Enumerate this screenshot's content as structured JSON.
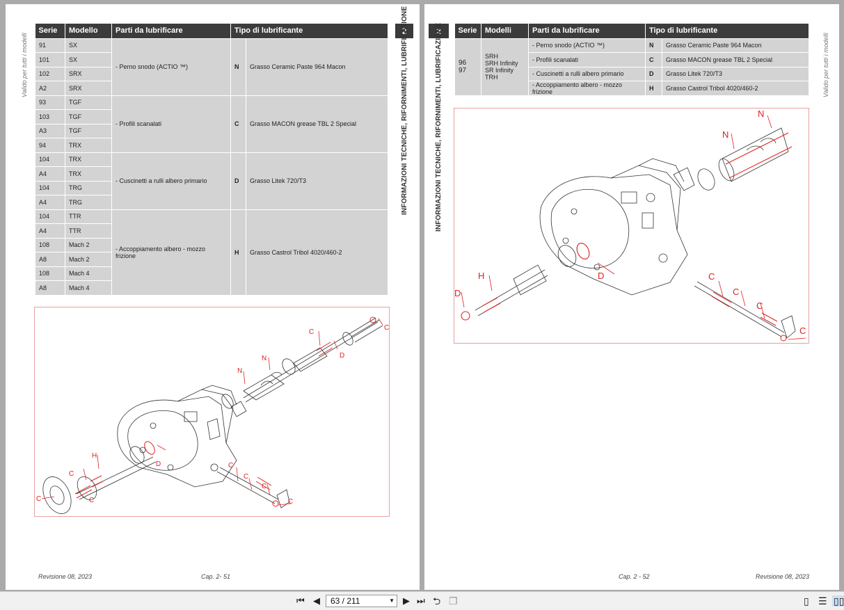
{
  "left_page": {
    "side_note": "Valido per tutti i modelli",
    "chapter_number": "2",
    "chapter_title": "INFORMAZIONI TECNICHE, RIFORNIMENTI, LUBRIFICAZIONE",
    "table": {
      "headers": [
        "Serie",
        "Modello",
        "Parti da lubrificare",
        "Tipo di lubrificante"
      ],
      "groups": [
        {
          "rows": [
            [
              "91",
              "SX"
            ],
            [
              "101",
              "SX"
            ],
            [
              "102",
              "SRX"
            ],
            [
              "A2",
              "SRX"
            ]
          ],
          "part": "- Perno snodo (ACTIO ™)",
          "code": "N",
          "lubricant": "Grasso Ceramic Paste 964 Macon"
        },
        {
          "rows": [
            [
              "93",
              "TGF"
            ],
            [
              "103",
              "TGF"
            ],
            [
              "A3",
              "TGF"
            ],
            [
              "94",
              "TRX"
            ]
          ],
          "part": "- Profili scanalati",
          "code": "C",
          "lubricant": "Grasso MACON grease TBL 2 Special"
        },
        {
          "rows": [
            [
              "104",
              "TRX"
            ],
            [
              "A4",
              "TRX"
            ],
            [
              "104",
              "TRG"
            ],
            [
              "A4",
              "TRG"
            ]
          ],
          "part": "- Cuscinetti a rulli albero primario",
          "code": "D",
          "lubricant": "Grasso Litek 720/T3"
        },
        {
          "rows": [
            [
              "104",
              "TTR"
            ],
            [
              "A4",
              "TTR"
            ],
            [
              "108",
              "Mach 2"
            ],
            [
              "A8",
              "Mach 2"
            ],
            [
              "108",
              "Mach 4"
            ],
            [
              "A8",
              "Mach 4"
            ]
          ],
          "part": "- Accoppiamento albero - mozzo frizione",
          "code": "H",
          "lubricant": "Grasso Castrol Tribol 4020/460-2"
        }
      ]
    },
    "figure_labels": {
      "c": "C",
      "n": "N",
      "d": "D",
      "h": "H"
    },
    "footer_left": "Revisione 08, 2023",
    "footer_center": "Cap. 2- 51"
  },
  "right_page": {
    "side_note": "Valido per tutti i modelli",
    "chapter_number": "2",
    "chapter_title": "INFORMAZIONI TECNICHE, RIFORNIMENTI, LUBRIFICAZIONE",
    "table": {
      "headers": [
        "Serie",
        "Modelli",
        "Parti da lubrificare",
        "Tipo di lubrificante"
      ],
      "serie_1": "96",
      "serie_2": "97",
      "modelli": [
        "SRH",
        "SRH Infinity",
        "SR Infinity",
        "TRH"
      ],
      "rows": [
        {
          "part": "- Perno snodo (ACTIO ™)",
          "code": "N",
          "lubricant": "Grasso Ceramic Paste 964 Macon"
        },
        {
          "part": "- Profili scanalati",
          "code": "C",
          "lubricant": "Grasso MACON grease TBL 2 Special"
        },
        {
          "part": "- Cuscinetti a rulli albero primario",
          "code": "D",
          "lubricant": "Grasso Litek 720/T3"
        },
        {
          "part": "- Accoppiamento albero - mozzo frizione",
          "code": "H",
          "lubricant": "Grasso Castrol Tribol 4020/460-2"
        }
      ]
    },
    "figure_labels": {
      "c": "C",
      "n": "N",
      "d": "D",
      "h": "H"
    },
    "footer_center": "Cap. 2 - 52",
    "footer_right": "Revisione 08, 2023"
  },
  "toolbar": {
    "page_indicator": "63 / 211",
    "icons": [
      "first-page-icon",
      "prev-page-icon",
      "next-page-icon",
      "last-page-icon",
      "rotate-icon",
      "copy-icon",
      "single-page-icon",
      "continuous-icon",
      "two-page-icon"
    ]
  }
}
